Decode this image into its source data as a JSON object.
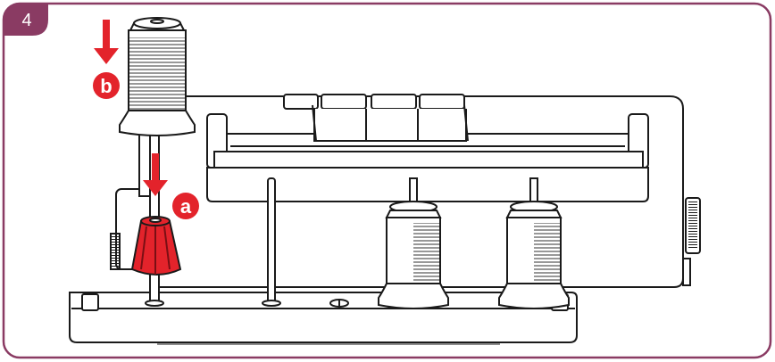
{
  "step": {
    "number": "4"
  },
  "callouts": [
    {
      "id": "a",
      "label": "a"
    },
    {
      "id": "b",
      "label": "b"
    }
  ],
  "colors": {
    "frame_border": "#8a3b63",
    "step_badge": "#8a3b63",
    "accent_red": "#e3232b",
    "line": "#1a1a1a",
    "spool_fill": "#ffffff"
  }
}
